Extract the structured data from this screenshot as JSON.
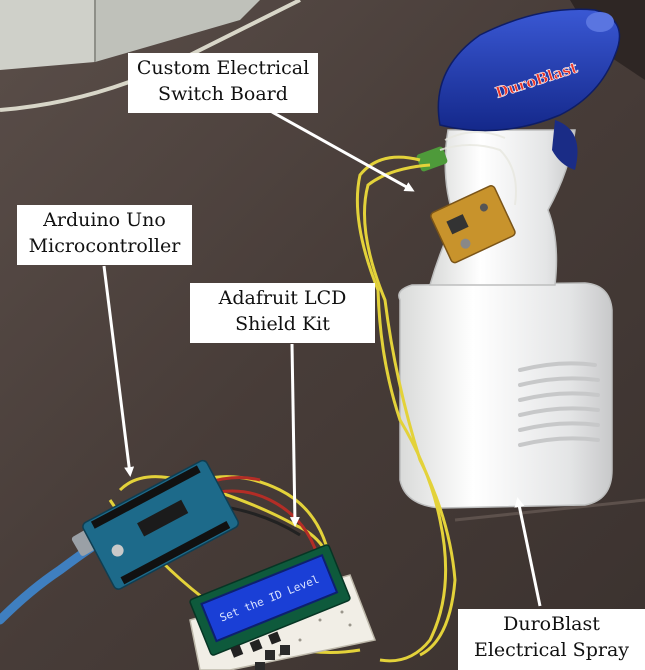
{
  "labels": {
    "switch_board": {
      "line1": "Custom Electrical",
      "line2": "Switch Board"
    },
    "arduino": {
      "line1": "Arduino Uno",
      "line2": "Microcontroller"
    },
    "lcd": {
      "line1": "Adafruit LCD",
      "line2": "Shield Kit"
    },
    "spray": {
      "line1": "DuroBlast",
      "line2": "Electrical Spray"
    }
  },
  "lcd_screen_text": "Set the ID Level",
  "bottle_logo_text": "DuroBlast",
  "colors": {
    "table": "#4a3f3b",
    "bottle": "#f2f2f2",
    "cap": "#1e3aa8",
    "wire": "#e3d23a",
    "arduino_board": "#1d6a8a",
    "lcd_screen": "#1a3fd6",
    "breadboard": "#f1eee6"
  }
}
